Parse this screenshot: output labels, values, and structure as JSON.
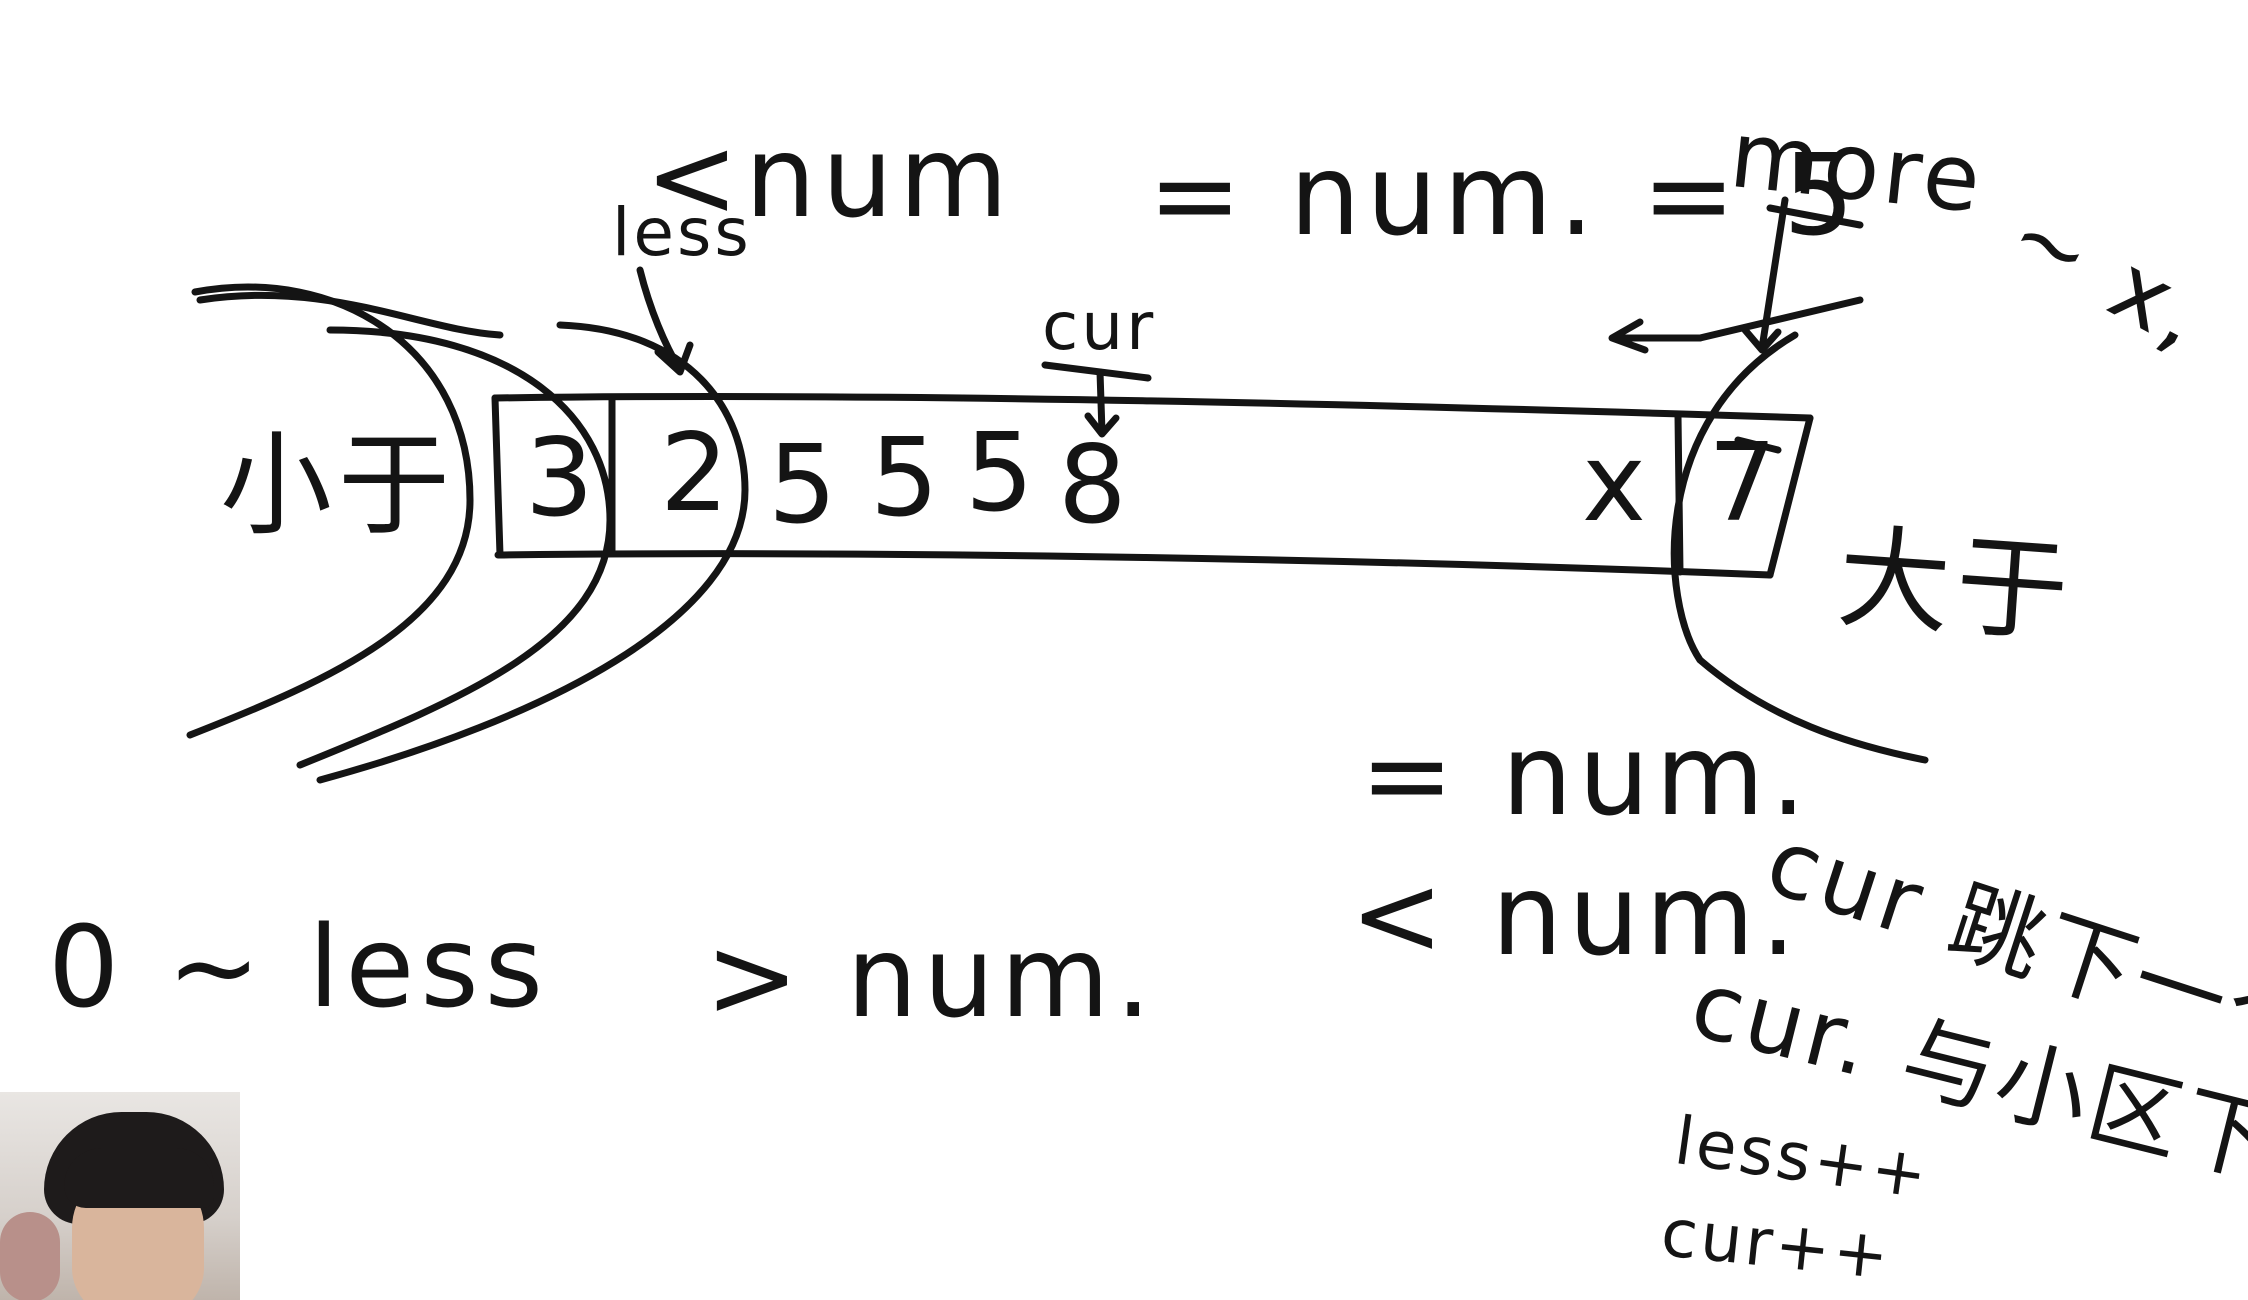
{
  "board": {
    "top_less_than": "<num",
    "top_equal": "= num. = 5",
    "label_less": "less",
    "label_more": "more",
    "label_cur": "cur",
    "label_tilde": "~ x,",
    "left_region": "小于",
    "right_region": "大于",
    "array_cells": [
      "3",
      "2",
      "5",
      "5",
      "5",
      "8",
      "x",
      "7"
    ],
    "left_bottom": "0 ~ less",
    "middle_bottom": "> num.",
    "rule_equal": "= num.",
    "rule_less": "< num.",
    "rule_cur_next": "cur 跳下一个",
    "rule_cur_swap": "cur. 与小区下一个",
    "rule_less_inc": "less++",
    "rule_cur_inc": "cur++"
  },
  "colors": {
    "ink": "#141414",
    "background": "#ffffff"
  }
}
